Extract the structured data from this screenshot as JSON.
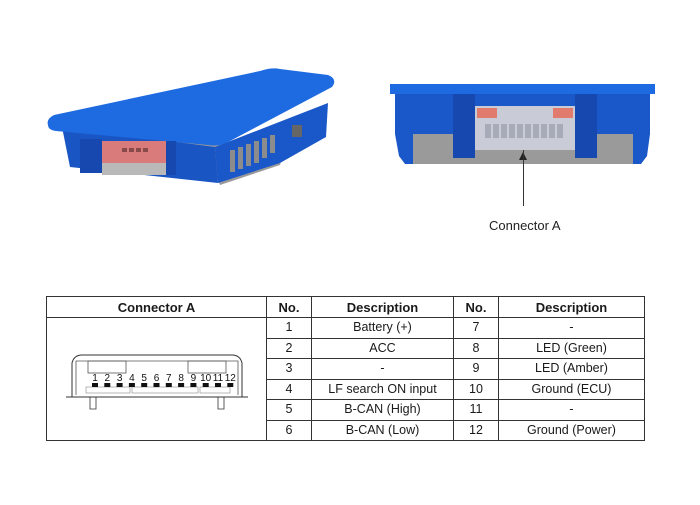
{
  "figures": {
    "left_view": "ecu-module-isometric-view",
    "right_view": "ecu-module-front-view",
    "callout": {
      "label": "Connector A"
    }
  },
  "colors": {
    "housing_blue": "#1f63d8",
    "housing_dark_blue": "#1548a8",
    "base_gray": "#9a9a9a",
    "connector_pink": "#e58a8a",
    "connector_gray": "#b8bcc8"
  },
  "table": {
    "headers": {
      "connector": "Connector A",
      "no_1": "No.",
      "desc_1": "Description",
      "no_2": "No.",
      "desc_2": "Description"
    },
    "connector_pin_labels": [
      "1",
      "2",
      "3",
      "4",
      "5",
      "6",
      "7",
      "8",
      "9",
      "10",
      "11",
      "12"
    ],
    "rows": [
      {
        "no_1": "1",
        "desc_1": "Battery (+)",
        "no_2": "7",
        "desc_2": "-"
      },
      {
        "no_1": "2",
        "desc_1": "ACC",
        "no_2": "8",
        "desc_2": "LED (Green)"
      },
      {
        "no_1": "3",
        "desc_1": "-",
        "no_2": "9",
        "desc_2": "LED (Amber)"
      },
      {
        "no_1": "4",
        "desc_1": "LF search ON input",
        "no_2": "10",
        "desc_2": "Ground (ECU)"
      },
      {
        "no_1": "5",
        "desc_1": "B-CAN (High)",
        "no_2": "11",
        "desc_2": "-"
      },
      {
        "no_1": "6",
        "desc_1": "B-CAN (Low)",
        "no_2": "12",
        "desc_2": "Ground (Power)"
      }
    ]
  }
}
